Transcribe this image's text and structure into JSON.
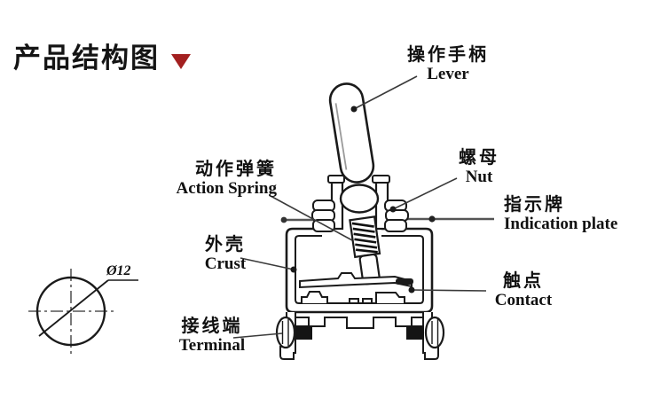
{
  "title": {
    "text": "产品结构图"
  },
  "labels": {
    "lever": {
      "zh": "操作手柄",
      "en": "Lever"
    },
    "action_spring": {
      "zh": "动作弹簧",
      "en": "Action Spring"
    },
    "nut": {
      "zh": "螺母",
      "en": "Nut"
    },
    "indication_plate": {
      "zh": "指示牌",
      "en": "Indication plate"
    },
    "crust": {
      "zh": "外壳",
      "en": "Crust"
    },
    "contact": {
      "zh": "触点",
      "en": "Contact"
    },
    "terminal": {
      "zh": "接线端",
      "en": "Terminal"
    }
  },
  "dimension": {
    "diameter": "Ø12"
  },
  "colors": {
    "accent_red": "#a32020",
    "line_dark": "#1a1a1a",
    "leader_gray": "#3a3a3a",
    "plate_gray": "#555555"
  }
}
